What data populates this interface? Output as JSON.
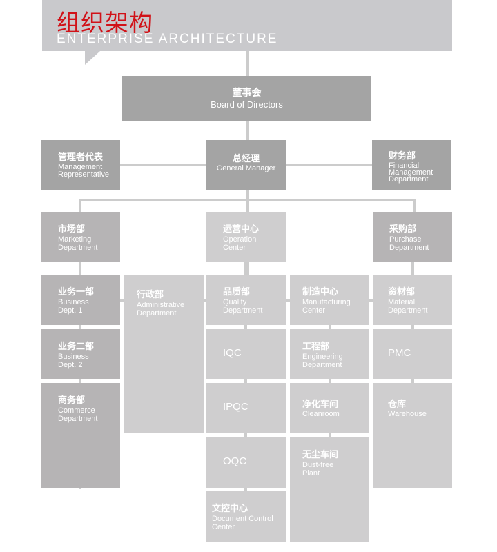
{
  "header": {
    "title_cn": "组织架构",
    "title_en": "ENTERPRISE ARCHITECTURE"
  },
  "boxes": {
    "board": {
      "cn": "董事会",
      "en": "Board of Directors"
    },
    "mgmt": {
      "cn": "管理者代表",
      "en": "Management Representative"
    },
    "gm": {
      "cn": "总经理",
      "en": "General Manager"
    },
    "finance": {
      "cn": "财务部",
      "en": "Financial Management Department"
    },
    "marketing": {
      "cn": "市场部",
      "en": "Marketing Department"
    },
    "operation": {
      "cn": "运营中心",
      "en": "Operation Center"
    },
    "purchase": {
      "cn": "采购部",
      "en": "Purchase Department"
    },
    "biz1": {
      "cn": "业务一部",
      "en": "Business Dept. 1"
    },
    "biz2": {
      "cn": "业务二部",
      "en": "Business Dept. 2"
    },
    "commerce": {
      "cn": "商务部",
      "en": "Commerce Department"
    },
    "admin": {
      "cn": "行政部",
      "en": "Administrative Department"
    },
    "quality": {
      "cn": "品质部",
      "en": "Quality Department"
    },
    "iqc": {
      "en": "IQC"
    },
    "ipqc": {
      "en": "IPQC"
    },
    "oqc": {
      "en": "OQC"
    },
    "doc": {
      "cn": "文控中心",
      "en": "Document Control Center"
    },
    "mfg": {
      "cn": "制造中心",
      "en": "Manufacturing Center"
    },
    "eng": {
      "cn": "工程部",
      "en": "Engineering Department"
    },
    "clean": {
      "cn": "净化车间",
      "en": "Cleanroom"
    },
    "dust": {
      "cn": "无尘车间",
      "en": "Dust-free Plant"
    },
    "material": {
      "cn": "资材部",
      "en": "Material Department"
    },
    "pmc": {
      "en": "PMC"
    },
    "warehouse": {
      "cn": "仓库",
      "en": "Warehouse"
    }
  }
}
